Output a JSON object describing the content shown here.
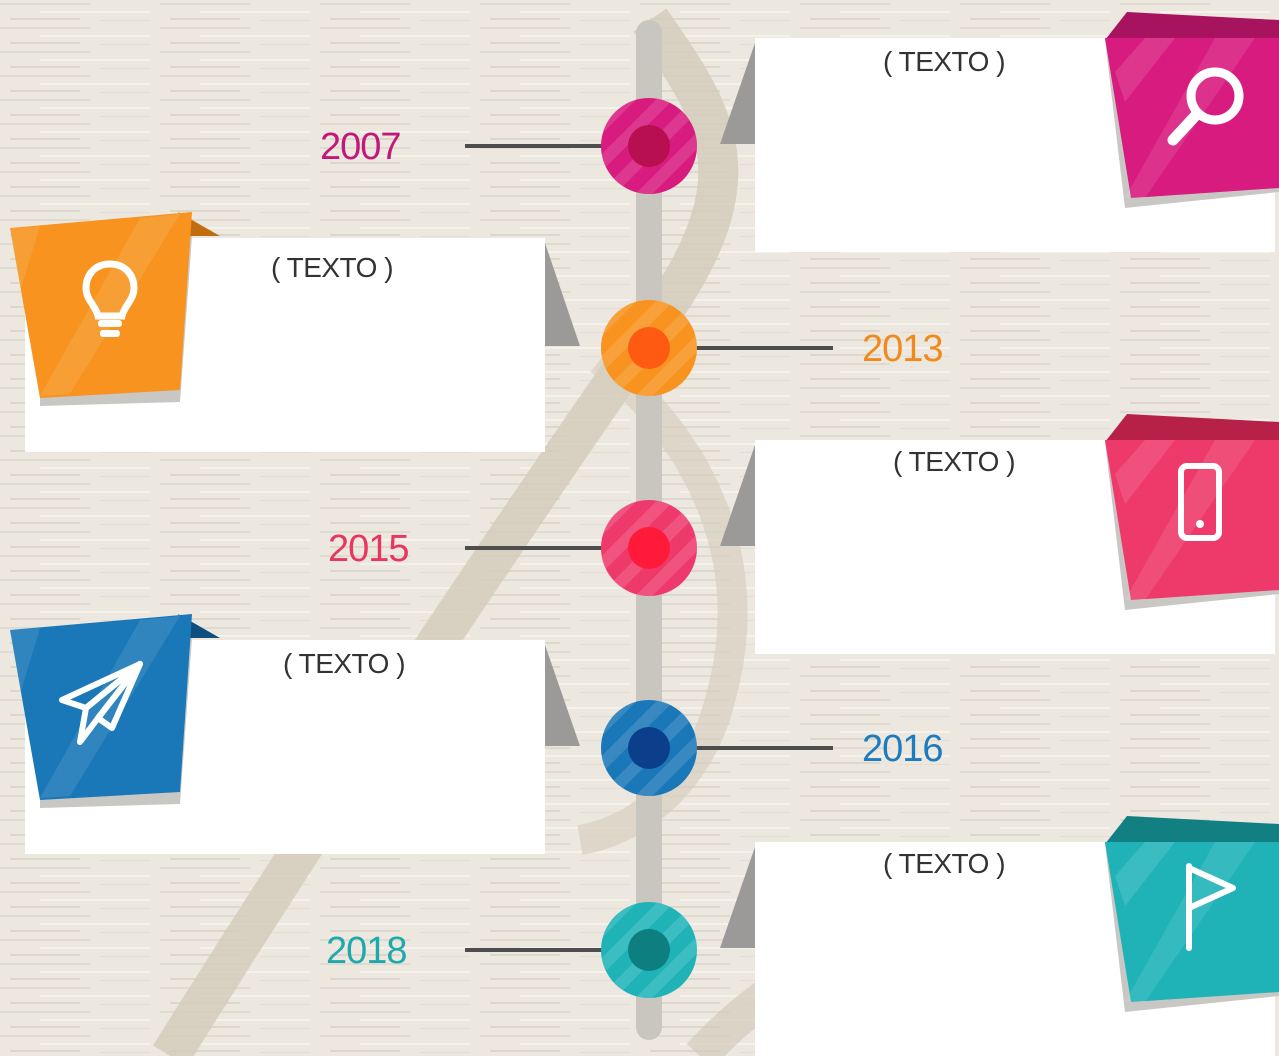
{
  "timeline": [
    {
      "year": "2007",
      "text": "( TEXTO )",
      "icon": "magnifier-icon",
      "color": "#d81b7e",
      "dark": "#a8135f",
      "inner": "#b70f4f"
    },
    {
      "year": "2013",
      "text": "( TEXTO )",
      "icon": "lightbulb-icon",
      "color": "#f7931e",
      "dark": "#c06d10",
      "inner": "#ff5a12"
    },
    {
      "year": "2015",
      "text": "( TEXTO )",
      "icon": "smartphone-icon",
      "color": "#ee3a6a",
      "dark": "#b72148",
      "inner": "#ff1a3a"
    },
    {
      "year": "2016",
      "text": "( TEXTO )",
      "icon": "paper-plane-icon",
      "color": "#1a78b8",
      "dark": "#0f4f7e",
      "inner": "#0b3f8c"
    },
    {
      "year": "2018",
      "text": "( TEXTO )",
      "icon": "flag-icon",
      "color": "#1fb3b8",
      "dark": "#127f83",
      "inner": "#0d7f80"
    }
  ]
}
